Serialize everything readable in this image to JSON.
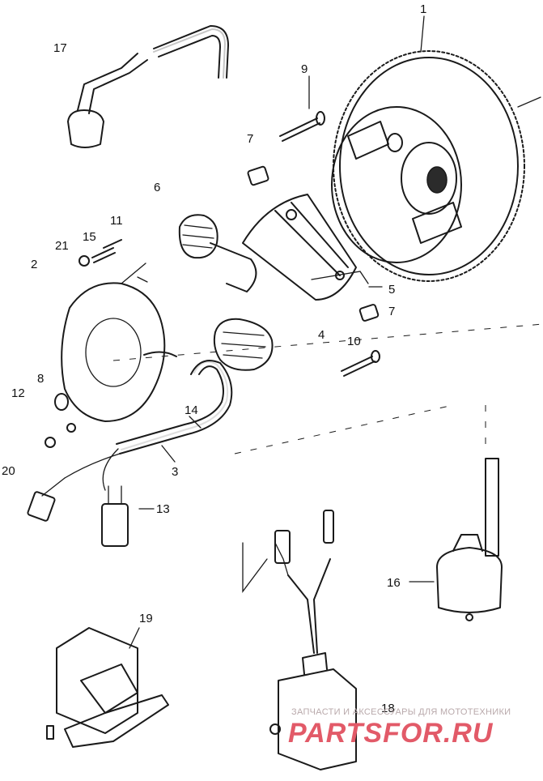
{
  "callouts": [
    {
      "id": "1",
      "text": "1"
    },
    {
      "id": "2",
      "text": "2"
    },
    {
      "id": "3",
      "text": "3"
    },
    {
      "id": "4",
      "text": "4"
    },
    {
      "id": "5",
      "text": "5"
    },
    {
      "id": "6",
      "text": "6"
    },
    {
      "id": "7a",
      "text": "7"
    },
    {
      "id": "7b",
      "text": "7"
    },
    {
      "id": "8",
      "text": "8"
    },
    {
      "id": "9",
      "text": "9"
    },
    {
      "id": "10",
      "text": "10"
    },
    {
      "id": "11",
      "text": "11"
    },
    {
      "id": "12",
      "text": "12"
    },
    {
      "id": "13",
      "text": "13"
    },
    {
      "id": "14",
      "text": "14"
    },
    {
      "id": "15",
      "text": "15"
    },
    {
      "id": "16",
      "text": "16"
    },
    {
      "id": "17",
      "text": "17"
    },
    {
      "id": "18",
      "text": "18"
    },
    {
      "id": "19",
      "text": "19"
    },
    {
      "id": "20",
      "text": "20"
    },
    {
      "id": "21",
      "text": "21"
    }
  ],
  "watermark": {
    "tagline": "ЗАПЧАСТИ И АКСЕССУАРЫ ДЛЯ МОТОТЕХНИКИ",
    "logo": "PARTSFOR.RU",
    "color": "#e25a68"
  }
}
